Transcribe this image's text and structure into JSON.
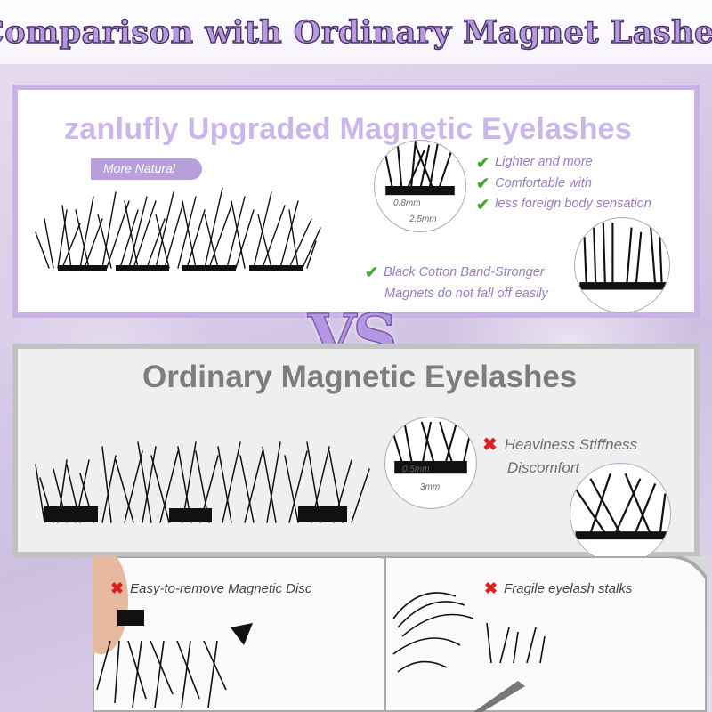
{
  "title": "Comparison with Ordinary Magnet Lashes",
  "upgraded": {
    "heading": "zanlufly Upgraded  Magnetic Eyelashes",
    "badge": "More Natural",
    "features": [
      "Lighter and more",
      "Comfortable with",
      "less foreign body sensation"
    ],
    "band_note": [
      "Black Cotton Band-Stronger",
      "Magnets do not fall off easily"
    ],
    "measure_thickness": "0.8mm",
    "measure_width": "2.5mm"
  },
  "vs_label": "VS",
  "ordinary": {
    "heading": "Ordinary Magnetic Eyelashes",
    "cons": [
      "Heaviness  Stiffness",
      "Discomfort"
    ],
    "measure_thickness": "0.5mm",
    "measure_width": "3mm",
    "photo_left_label": "Easy-to-remove Magnetic Disc",
    "photo_right_label": "Fragile eyelash stalks"
  },
  "colors": {
    "accent_purple": "#b79ad8",
    "check_green": "#3fae2a",
    "cross_red": "#e02020"
  },
  "icons": {
    "check": "✔",
    "cross": "✖"
  }
}
